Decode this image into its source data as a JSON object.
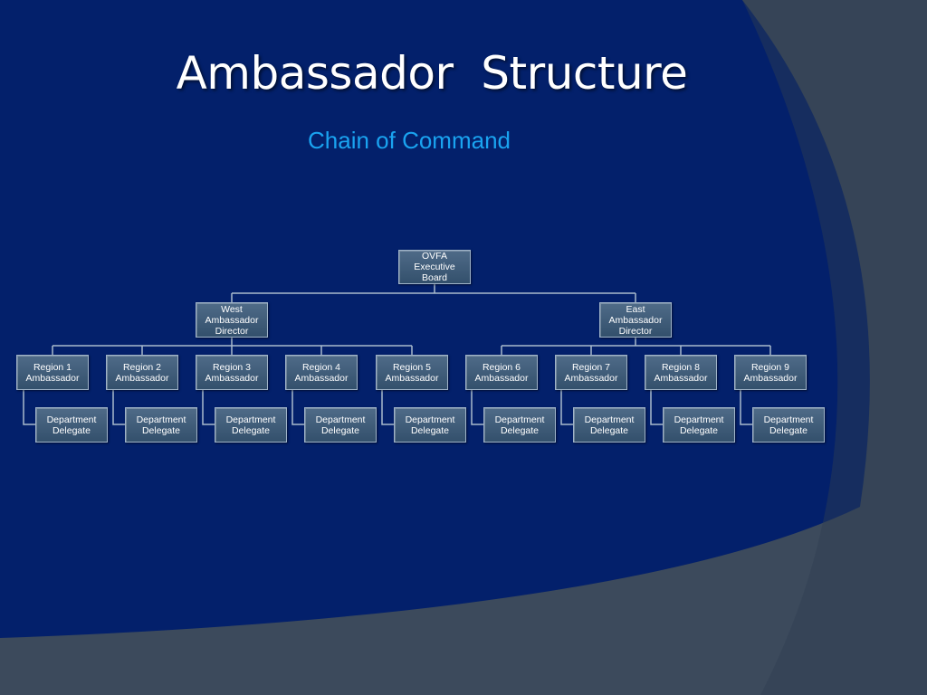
{
  "slide": {
    "title": "Ambassador  Structure",
    "subtitle": "Chain of Command"
  },
  "org": {
    "root": "OVFA\nExecutive\nBoard",
    "directors": [
      "West\nAmbassador\nDirector",
      "East\nAmbassador\nDirector"
    ],
    "regions": [
      "Region 1\nAmbassador",
      "Region 2\nAmbassador",
      "Region 3\nAmbassador",
      "Region 4\nAmbassador",
      "Region 5\nAmbassador",
      "Region 6\nAmbassador",
      "Region 7\nAmbassador",
      "Region 8\nAmbassador",
      "Region 9\nAmbassador"
    ],
    "delegate_label": "Department\nDelegate"
  },
  "colors": {
    "background_main": "#03206b",
    "background_band": "#3c4a5c",
    "title": "#ffffff",
    "subtitle": "#1aa3f0",
    "node_fill": "#3f5c7a",
    "connector": "#a9bbcd"
  }
}
